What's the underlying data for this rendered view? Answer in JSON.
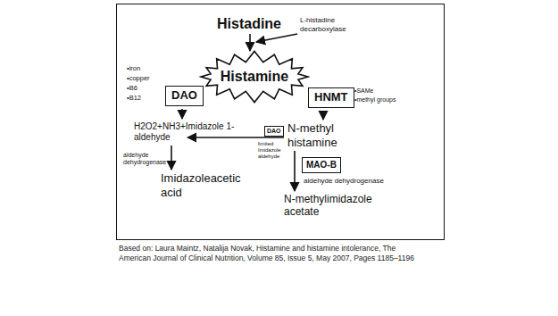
{
  "diagram": {
    "caption": "Based on: Laura Maintz, Natalija Novak, Histamine and histamine intolerance, The American Journal of Clinical Nutrition, Volume 85, Issue 5, May 2007, Pages 1185–1196",
    "nodes": [
      {
        "text": [
          "Histamine"
        ]
      },
      {
        "text": [
          "DAO"
        ]
      },
      {
        "text": [
          "HNMT"
        ]
      },
      {
        "text": [
          "DAO"
        ]
      },
      {
        "text": [
          "MAO-B"
        ]
      }
    ],
    "labels": [
      "Histadine",
      "L-histadine decarboxylase",
      "•iron",
      "•copper",
      "•B6",
      "•B12",
      "•SAMe",
      "•methyl groups",
      "H2O2+NH3+Imidazole 1-aldehyde",
      "N-methyl histamine",
      "limited Imidazole aldehyde",
      "aldehyde dehydrogenase",
      "Imidazoleacetic acid",
      "aldehyde dehydrogenase",
      "N-methylimidazole acetate"
    ]
  }
}
